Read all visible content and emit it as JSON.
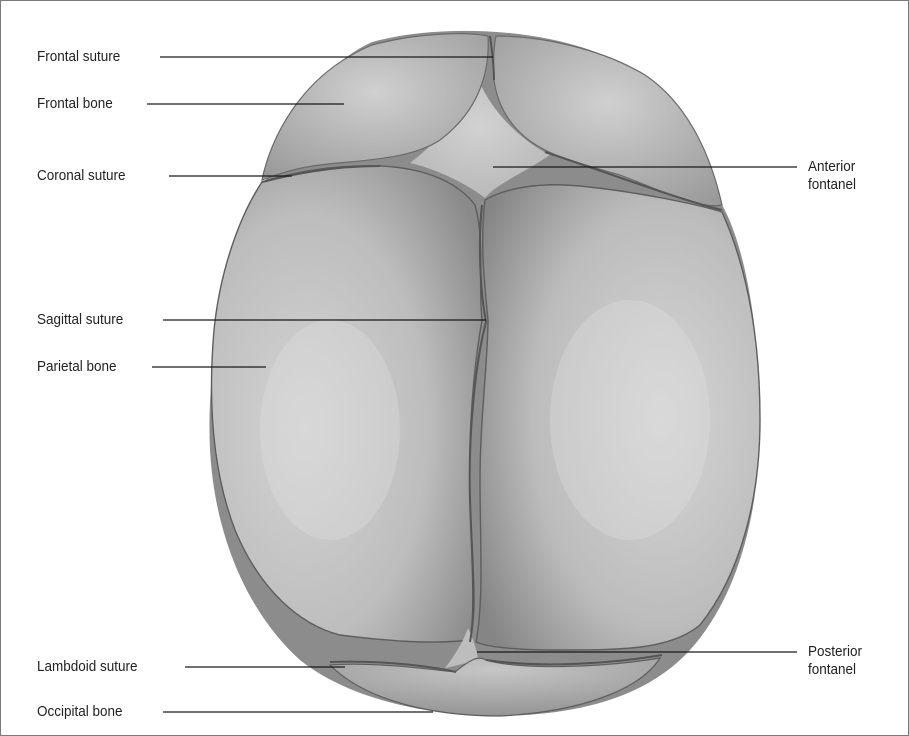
{
  "labels": {
    "frontal_suture": "Frontal suture",
    "frontal_bone": "Frontal bone",
    "coronal_suture": "Coronal suture",
    "sagittal_suture": "Sagittal suture",
    "parietal_bone": "Parietal bone",
    "lambdoid_suture": "Lambdoid suture",
    "occipital_bone": "Occipital bone",
    "anterior_fontanel": [
      "Anterior",
      "fontanel"
    ],
    "posterior_fontanel": [
      "Posterior",
      "fontanel"
    ]
  },
  "colors": {
    "bone_light": "#cfcfcf",
    "bone_mid": "#a9a9a9",
    "bone_dark": "#7d7d7d",
    "suture": "#5e5e5e",
    "fontanel": "#c4c4c4",
    "leader_line": "#1a1a1a",
    "frame_border": "#7a7a7a"
  }
}
